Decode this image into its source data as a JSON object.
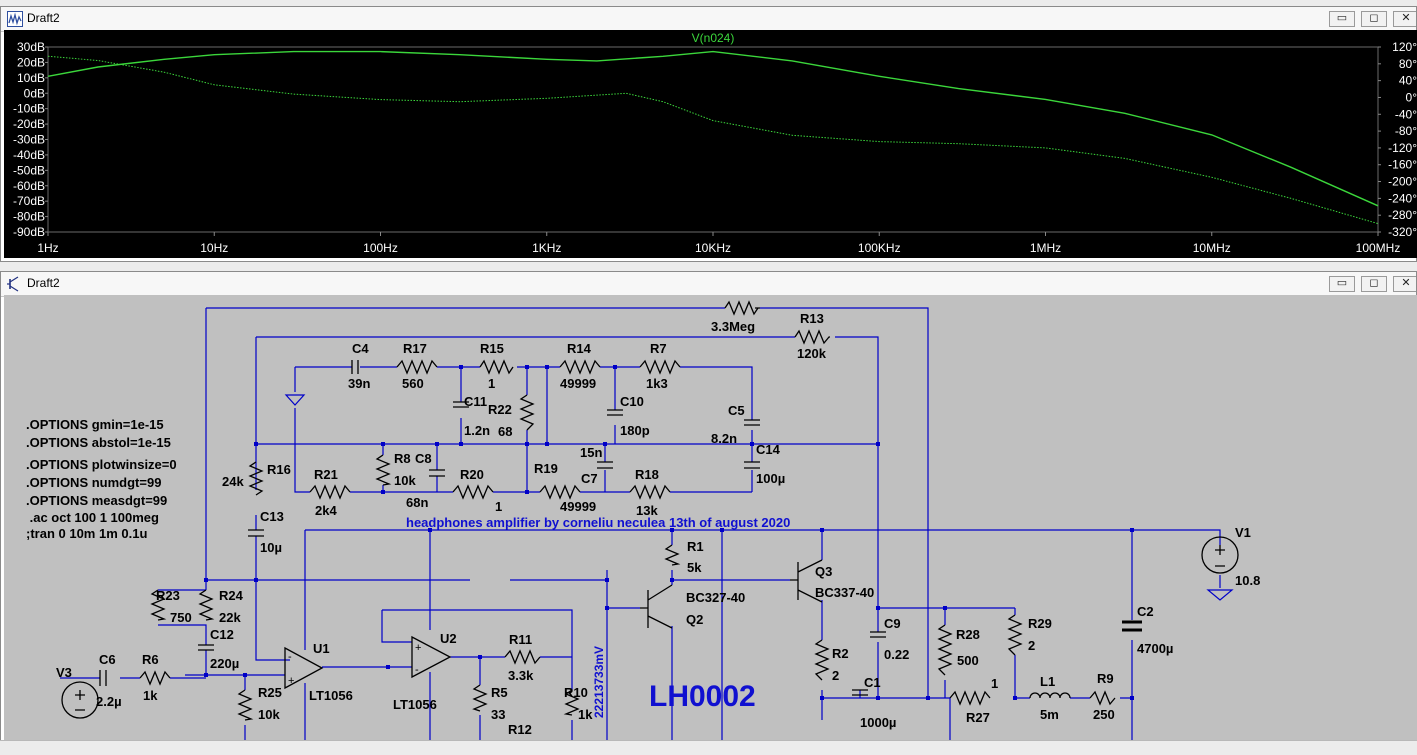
{
  "plot_window": {
    "title": "Draft2",
    "buttons": {
      "minimize": "▭",
      "restore": "◻",
      "close": "✕"
    }
  },
  "schematic_window": {
    "title": "Draft2",
    "buttons": {
      "minimize": "▭",
      "restore": "◻",
      "close": "✕"
    }
  },
  "colors": {
    "plot_bg": "#000000",
    "trace": "#3bd63b",
    "axis_text": "#ffffff",
    "schematic_bg": "#c0c0c0",
    "wire": "#0000c8",
    "label": "#000000"
  },
  "chart_data": {
    "type": "line",
    "title": "V(n024)",
    "x_scale": "log",
    "x_ticks": [
      "1Hz",
      "10Hz",
      "100Hz",
      "1KHz",
      "10KHz",
      "100KHz",
      "1MHz",
      "10MHz",
      "100MHz"
    ],
    "xlim_hz": [
      1,
      100000000
    ],
    "y_left_ticks": [
      "30dB",
      "20dB",
      "10dB",
      "0dB",
      "-10dB",
      "-20dB",
      "-30dB",
      "-40dB",
      "-50dB",
      "-60dB",
      "-70dB",
      "-80dB",
      "-90dB"
    ],
    "ylim_db": [
      -90,
      30
    ],
    "y_right_ticks": [
      "120°",
      "80°",
      "40°",
      "0°",
      "-40°",
      "-80°",
      "-120°",
      "-160°",
      "-200°",
      "-240°",
      "-280°",
      "-320°"
    ],
    "ylim_deg": [
      -320,
      120
    ],
    "series": [
      {
        "name": "",
        "kind": "magnitude_db",
        "x": [
          1,
          2,
          5,
          10,
          30,
          100,
          300,
          1000,
          2000,
          5000,
          10000,
          30000,
          100000,
          300000,
          1000000,
          3000000,
          10000000,
          30000000,
          100000000
        ],
        "y": [
          11,
          17,
          22,
          25,
          27,
          27,
          25,
          22,
          21,
          24,
          27,
          21,
          11,
          3,
          -4,
          -13,
          -27,
          -48,
          -73
        ]
      },
      {
        "name": "",
        "kind": "phase_deg",
        "x": [
          1,
          2,
          5,
          10,
          30,
          100,
          300,
          1000,
          3000,
          5000,
          10000,
          30000,
          100000,
          300000,
          1000000,
          3000000,
          10000000,
          30000000,
          100000000
        ],
        "y": [
          98,
          88,
          60,
          30,
          8,
          -5,
          -10,
          -2,
          10,
          -10,
          -55,
          -90,
          -105,
          -110,
          -120,
          -145,
          -190,
          -240,
          -300
        ]
      }
    ]
  },
  "schematic": {
    "components": [
      {
        "id": "R13",
        "ref": "R13",
        "value": "120k"
      },
      {
        "id": "Rtop",
        "ref": "",
        "value": "3.3Meg"
      },
      {
        "id": "C4",
        "ref": "C4",
        "value": "39n"
      },
      {
        "id": "R17",
        "ref": "R17",
        "value": "560"
      },
      {
        "id": "R15",
        "ref": "R15",
        "value": "1"
      },
      {
        "id": "R14",
        "ref": "R14",
        "value": "49999"
      },
      {
        "id": "R7",
        "ref": "R7",
        "value": "1k3"
      },
      {
        "id": "C11",
        "ref": "C11",
        "value": "1.2n"
      },
      {
        "id": "R22",
        "ref": "R22",
        "value": "68"
      },
      {
        "id": "C10",
        "ref": "C10",
        "value": "180p"
      },
      {
        "id": "C5",
        "ref": "C5",
        "value": "8.2n"
      },
      {
        "id": "C14",
        "ref": "C14",
        "value": "100µ"
      },
      {
        "id": "R16",
        "ref": "R16",
        "value": "24k"
      },
      {
        "id": "R21",
        "ref": "R21",
        "value": "2k4"
      },
      {
        "id": "R8",
        "ref": "R8",
        "value": "10k"
      },
      {
        "id": "C8",
        "ref": "C8",
        "value": "68n"
      },
      {
        "id": "R20",
        "ref": "R20",
        "value": "1"
      },
      {
        "id": "R19",
        "ref": "R19",
        "value": "49999"
      },
      {
        "id": "C7",
        "ref": "C7",
        "value": "15n"
      },
      {
        "id": "R18",
        "ref": "R18",
        "value": "13k"
      },
      {
        "id": "C13",
        "ref": "C13",
        "value": "10µ"
      },
      {
        "id": "R23",
        "ref": "R23",
        "value": "750"
      },
      {
        "id": "R24",
        "ref": "R24",
        "value": "22k"
      },
      {
        "id": "C12",
        "ref": "C12",
        "value": "220µ"
      },
      {
        "id": "V3",
        "ref": "V3",
        "value": ""
      },
      {
        "id": "C6",
        "ref": "C6",
        "value": "2.2µ"
      },
      {
        "id": "R6",
        "ref": "R6",
        "value": "1k"
      },
      {
        "id": "R25",
        "ref": "R25",
        "value": "10k"
      },
      {
        "id": "U1",
        "ref": "U1",
        "value": "LT1056"
      },
      {
        "id": "U2",
        "ref": "U2",
        "value": "LT1056"
      },
      {
        "id": "R11",
        "ref": "R11",
        "value": "3.3k"
      },
      {
        "id": "R5",
        "ref": "R5",
        "value": "33"
      },
      {
        "id": "R12",
        "ref": "R12",
        "value": ""
      },
      {
        "id": "R10",
        "ref": "R10",
        "value": "1k"
      },
      {
        "id": "R1",
        "ref": "R1",
        "value": "5k"
      },
      {
        "id": "Q2",
        "ref": "Q2",
        "value": "BC327-40"
      },
      {
        "id": "Q3",
        "ref": "Q3",
        "value": "BC337-40"
      },
      {
        "id": "R2",
        "ref": "R2",
        "value": "2"
      },
      {
        "id": "C9",
        "ref": "C9",
        "value": "0.22"
      },
      {
        "id": "C1",
        "ref": "C1",
        "value": "1000µ"
      },
      {
        "id": "R28",
        "ref": "R28",
        "value": "500"
      },
      {
        "id": "R29",
        "ref": "R29",
        "value": "2"
      },
      {
        "id": "R27",
        "ref": "R27",
        "value": "1"
      },
      {
        "id": "L1",
        "ref": "L1",
        "value": "5m"
      },
      {
        "id": "R9",
        "ref": "R9",
        "value": "250"
      },
      {
        "id": "C2",
        "ref": "C2",
        "value": "4700µ"
      },
      {
        "id": "V1",
        "ref": "V1",
        "value": "10.8"
      }
    ],
    "directives": [
      ".OPTIONS gmin=1e-15",
      ".OPTIONS abstol=1e-15",
      ".OPTIONS plotwinsize=0",
      ".OPTIONS numdgt=99",
      ".OPTIONS measdgt=99",
      " .ac oct 100 1 100meg",
      ";tran 0 10m 1m 0.1u"
    ],
    "comment": "headphones amplifier by corneliu neculea 13th of august 2020",
    "big_label": "LH0002",
    "node_voltage": "22213733mV"
  }
}
